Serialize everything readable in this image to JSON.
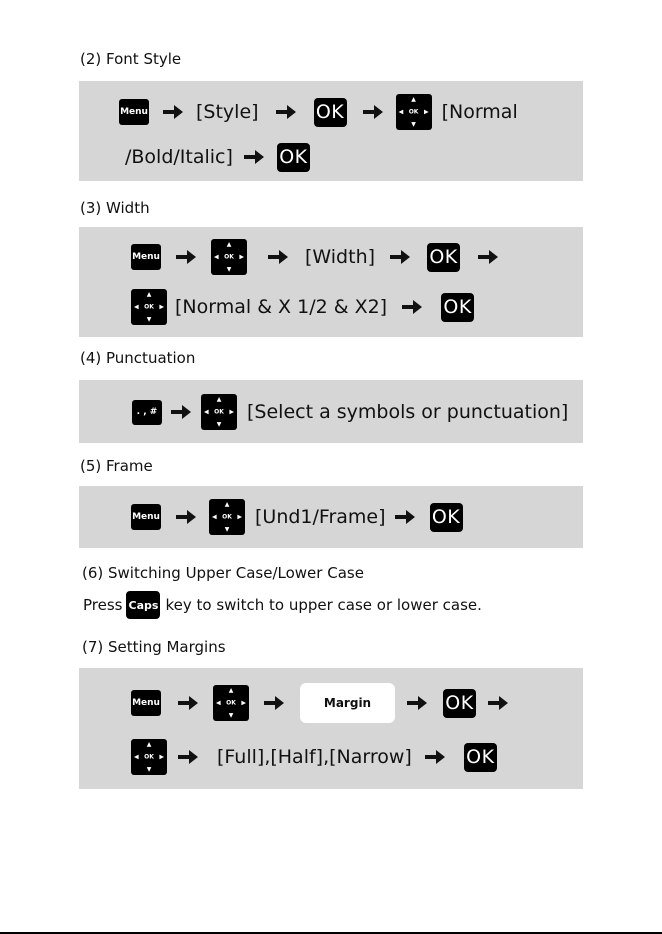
{
  "keys": {
    "menu": "Menu",
    "ok": "OK",
    "nav_center": "OK",
    "nav_up": "▲",
    "nav_down": "▼",
    "nav_left": "◀",
    "nav_right": "▶",
    "punct": ". , #",
    "caps": "Caps",
    "margin": "Margin",
    "arrow": "arrow-right-icon"
  },
  "font_style": {
    "heading": "(2) Font Style",
    "style": "[Style]",
    "normal": "[Normal",
    "options": "/Bold/Italic]"
  },
  "width": {
    "heading": "(3) Width",
    "width": "[Width]",
    "options": "[Normal & X 1/2 & X2]"
  },
  "punctuation": {
    "heading": "(4) Punctuation",
    "options": "[Select a symbols or punctuation]"
  },
  "frame": {
    "heading": "(5) Frame",
    "options": "[Und1/Frame]"
  },
  "switching": {
    "heading": "(6) Switching Upper Case/Lower Case",
    "press": "Press",
    "rest": "key to switch to upper case or lower case."
  },
  "margins": {
    "heading": "(7) Setting Margins",
    "options": "[Full],[Half],[Narrow]"
  }
}
